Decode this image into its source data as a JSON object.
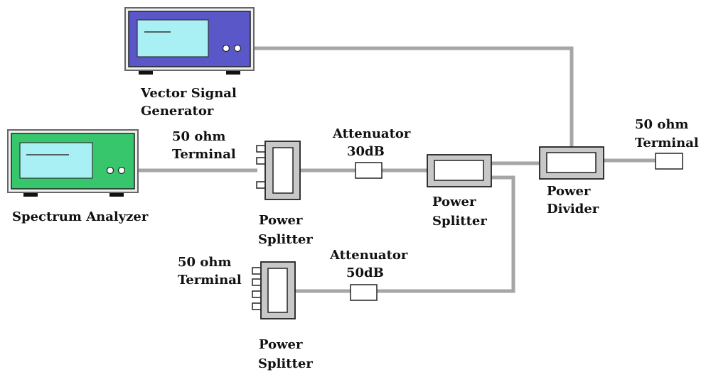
{
  "devices": {
    "vsg": {
      "label_line1": "Vector Signal",
      "label_line2": "Generator",
      "body_color": "#5a58c8",
      "screen_color": "#a8f0f4"
    },
    "sa": {
      "label": "Spectrum Analyzer",
      "body_color": "#37c66b",
      "screen_color": "#a8f0f4"
    }
  },
  "components": {
    "splitter_top": {
      "line1": "Power",
      "line2": "Splitter"
    },
    "splitter_mid": {
      "line1": "Power",
      "line2": "Splitter"
    },
    "splitter_bottom": {
      "line1": "Power",
      "line2": "Splitter"
    },
    "divider": {
      "line1": "Power",
      "line2": "Divider"
    },
    "atten_top": {
      "line1": "Attenuator",
      "line2": "30dB"
    },
    "atten_bottom": {
      "line1": "Attenuator",
      "line2": "50dB"
    },
    "term_top": {
      "line1": "50 ohm",
      "line2": "Terminal"
    },
    "term_bottom": {
      "line1": "50 ohm",
      "line2": "Terminal"
    },
    "term_right": {
      "line1": "50 ohm",
      "line2": "Terminal"
    }
  },
  "colors": {
    "cable": "#a6a6a6",
    "component_fill": "#c8c8c8"
  }
}
